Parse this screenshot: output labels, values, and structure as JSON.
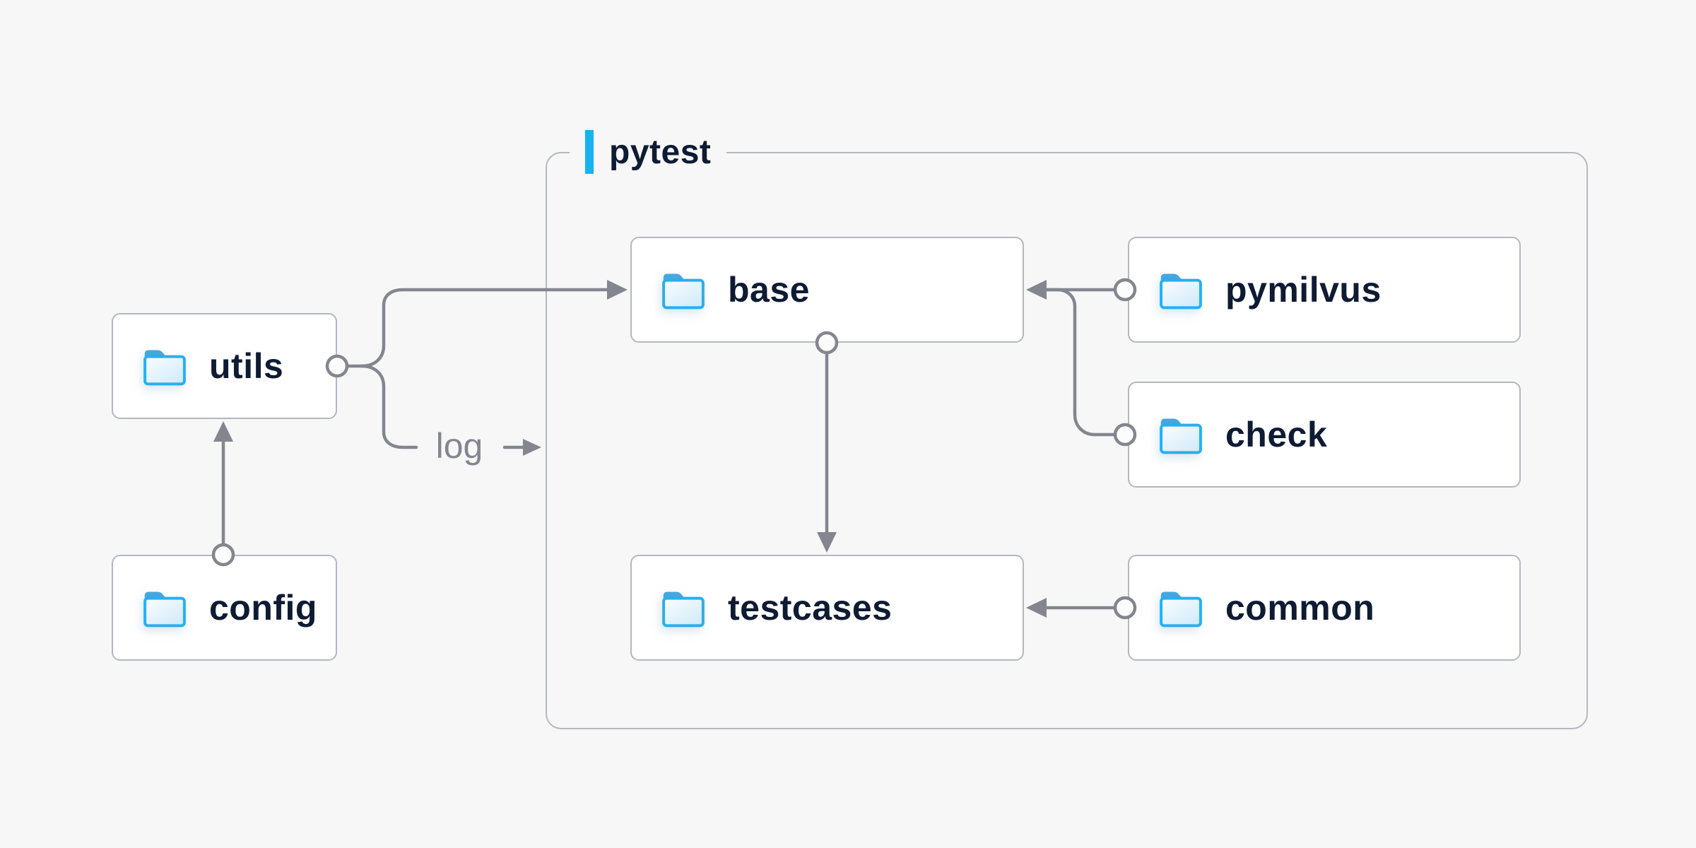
{
  "container": {
    "label": "pytest"
  },
  "nodes": {
    "utils": {
      "label": "utils"
    },
    "config": {
      "label": "config"
    },
    "base": {
      "label": "base"
    },
    "testcases": {
      "label": "testcases"
    },
    "pymilvus": {
      "label": "pymilvus"
    },
    "check": {
      "label": "check"
    },
    "common": {
      "label": "common"
    }
  },
  "labels": {
    "log": "log"
  },
  "edges": [
    {
      "from": "config",
      "to": "utils"
    },
    {
      "from": "utils",
      "to": "base"
    },
    {
      "from": "utils",
      "to": "pytest-container-border",
      "label": "log"
    },
    {
      "from": "base",
      "to": "testcases"
    },
    {
      "from": "pymilvus",
      "to": "base"
    },
    {
      "from": "check",
      "to": "base"
    },
    {
      "from": "common",
      "to": "testcases"
    }
  ],
  "colors": {
    "background": "#f7f7f8",
    "node_fill": "#ffffff",
    "node_border": "#b4b7c1",
    "node_text": "#0e1b33",
    "connector_gray": "#84868f",
    "accent_blue": "#17b2f0",
    "folder_border_blue": "#28aff1",
    "folder_tab_blue": "#46a6e0",
    "folder_fill_light": "#d6ecfa"
  }
}
